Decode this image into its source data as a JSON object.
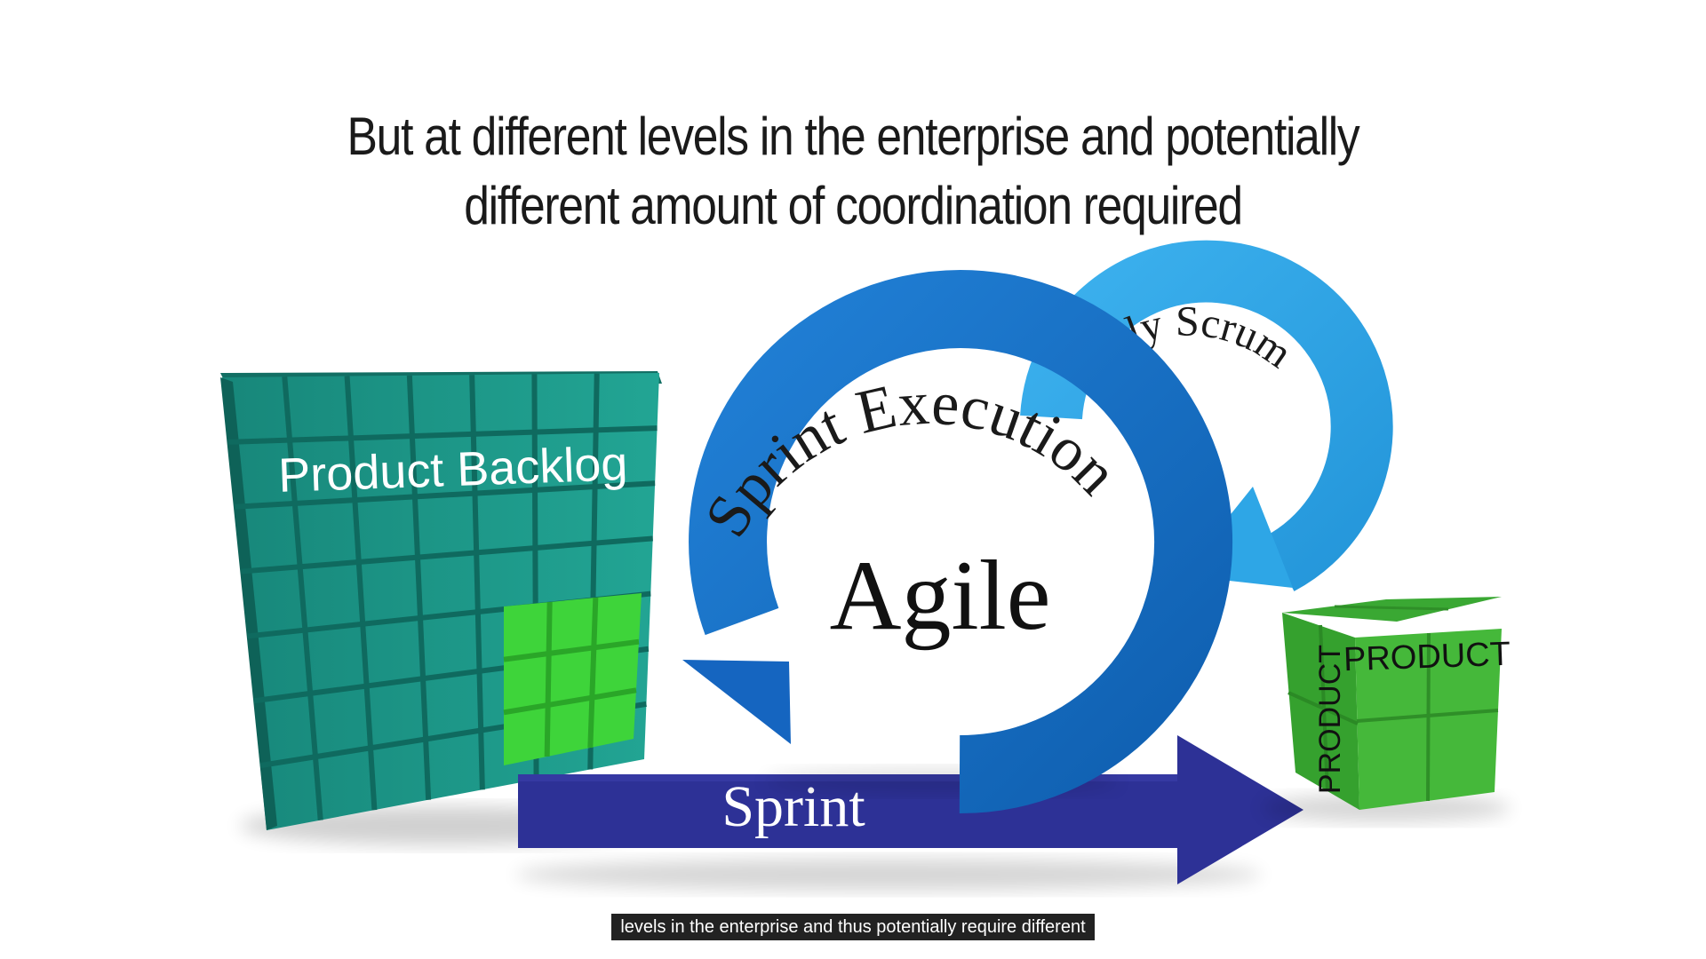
{
  "slide": {
    "title_line_1": "But at different levels in the enterprise and potentially",
    "title_line_2": "different amount of coordination required"
  },
  "diagram": {
    "backlog_label": "Product Backlog",
    "sprint_execution_label": "Sprint Execution",
    "daily_scrum_label": "Daily Scrum",
    "center_label": "Agile",
    "sprint_label": "Sprint",
    "product_top_label": "PRODUCT",
    "product_side_label": "PRODUCT"
  },
  "colors": {
    "backlog_teal": "#1f9e8c",
    "backlog_done_green": "#3ed43a",
    "sprint_execution_blue": "#1976c8",
    "daily_scrum_blue": "#2ea6e6",
    "sprint_arrow_indigo": "#2d3196",
    "product_green": "#45b83a"
  },
  "caption": {
    "subtitle_text": "levels in the enterprise and thus potentially require different"
  }
}
